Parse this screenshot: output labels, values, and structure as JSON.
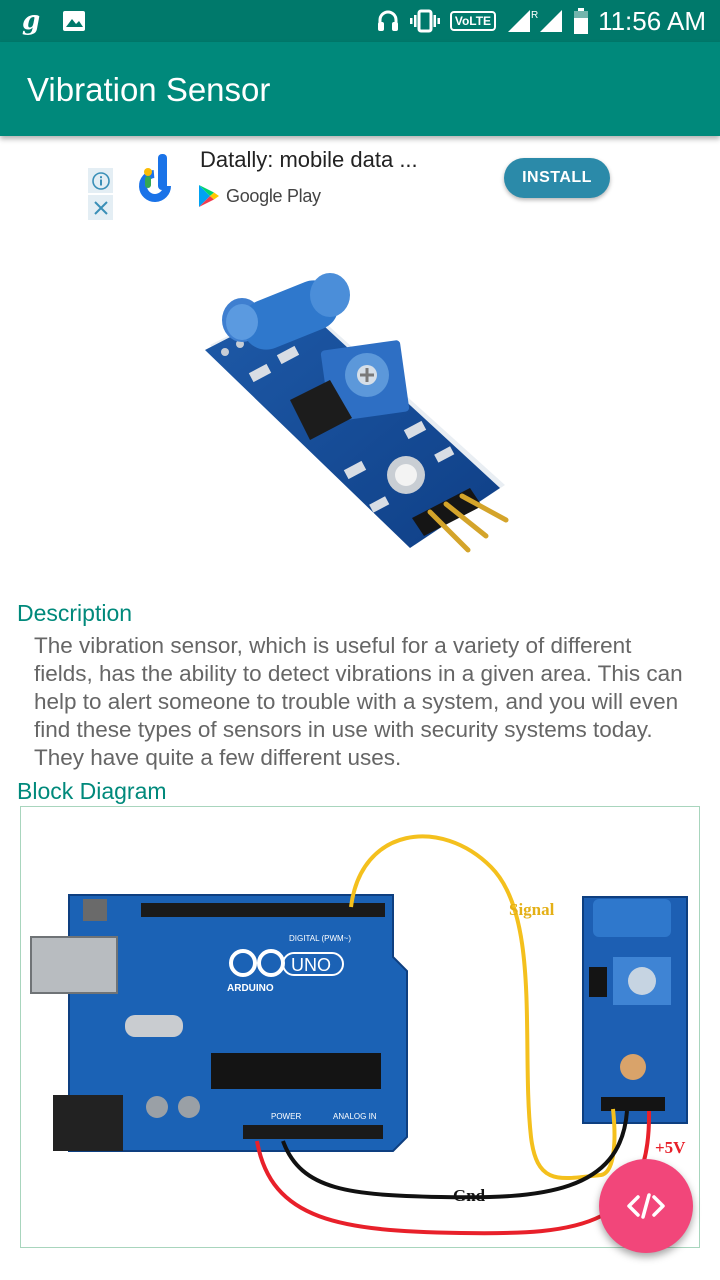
{
  "status_bar": {
    "time": "11:56 AM",
    "volte": "VoLTE",
    "icons": [
      "g-app-icon",
      "gallery-icon",
      "headphones-icon",
      "vibrate-icon",
      "signal-icon",
      "battery-icon"
    ]
  },
  "app_bar": {
    "title": "Vibration Sensor"
  },
  "ad": {
    "title": "Datally: mobile data ...",
    "store": "Google Play",
    "install_label": "INSTALL",
    "accent": "#2b8aa9"
  },
  "description": {
    "heading": "Description",
    "text": "The vibration sensor, which is useful for a variety of different fields, has the ability to detect vibrations in a given area. This can help to alert someone to trouble with a system, and you will even find these types of sensors in use with security systems today. They have quite a few different uses."
  },
  "block_diagram": {
    "heading": "Block Diagram",
    "labels": {
      "signal": "Signal",
      "gnd": "Gnd",
      "vcc": "+5V",
      "uno": "UNO",
      "arduino": "ARDUINO",
      "digital": "DIGITAL (PWM~)",
      "power": "POWER",
      "analog": "ANALOG IN"
    }
  },
  "colors": {
    "status_bar": "#00796b",
    "app_bar": "#00897b",
    "heading": "#00897b",
    "fab": "#f2467a"
  },
  "fab": {
    "icon": "code-icon"
  }
}
